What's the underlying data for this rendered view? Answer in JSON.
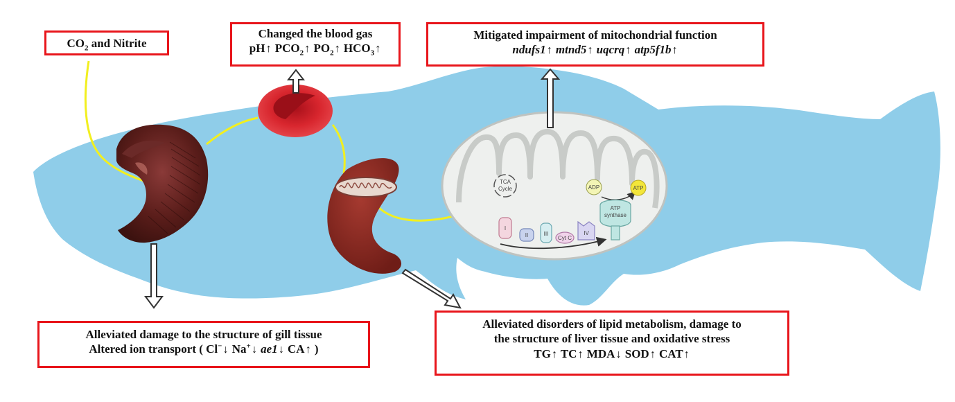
{
  "boxes": {
    "co2": {
      "text": "CO",
      "sub": "2",
      "rest": " and Nitrite"
    },
    "blood": {
      "title": "Changed the blood gas",
      "items": [
        {
          "label": "pH",
          "sub": "",
          "arrow": "↑"
        },
        {
          "label": "PCO",
          "sub": "2",
          "arrow": "↑"
        },
        {
          "label": "PO",
          "sub": "2",
          "arrow": "↑"
        },
        {
          "label": "HCO",
          "sub": "3",
          "arrow": "↑"
        }
      ]
    },
    "mito": {
      "title": "Mitigated impairment of mitochondrial function",
      "items": [
        {
          "label": "ndufs1",
          "arrow": "↑"
        },
        {
          "label": "mtnd5",
          "arrow": "↑"
        },
        {
          "label": "uqcrq",
          "arrow": "↑"
        },
        {
          "label": "atp5f1b",
          "arrow": "↑"
        }
      ]
    },
    "gill": {
      "line1": "Alleviated damage to the structure of gill tissue",
      "prefix": "Altered ion transport (",
      "items": [
        {
          "label": "Cl",
          "sup": "−",
          "arrow": "↓",
          "italic": false
        },
        {
          "label": "Na",
          "sup": "+",
          "arrow": "↓",
          "italic": false
        },
        {
          "label": "ae1",
          "sup": "",
          "arrow": "↓",
          "italic": true
        },
        {
          "label": "CA",
          "sup": "",
          "arrow": "↑",
          "italic": false
        }
      ],
      "suffix": ")"
    },
    "liver": {
      "line1": "Alleviated disorders of lipid metabolism, damage to",
      "line2": "the structure of liver tissue and oxidative stress",
      "items": [
        {
          "label": "TG",
          "arrow": "↑"
        },
        {
          "label": "TC",
          "arrow": "↑"
        },
        {
          "label": "MDA",
          "arrow": "↓"
        },
        {
          "label": "SOD",
          "arrow": "↑"
        },
        {
          "label": "CAT",
          "arrow": "↑"
        }
      ]
    }
  },
  "mito_labels": {
    "tca": "TCA",
    "cycle": "Cycle",
    "adp": "ADP",
    "atp": "ATP",
    "synthase1": "ATP",
    "synthase2": "synthase",
    "complex1": "I",
    "complex2": "II",
    "complex3": "III",
    "cytc": "Cyt C",
    "complex4": "IV"
  },
  "colors": {
    "fish": "#8fcde9",
    "box_border": "#e8151b",
    "connector": "#f2ef1f",
    "blood_cell": "#d8262e",
    "liver": "#8f2a22"
  }
}
